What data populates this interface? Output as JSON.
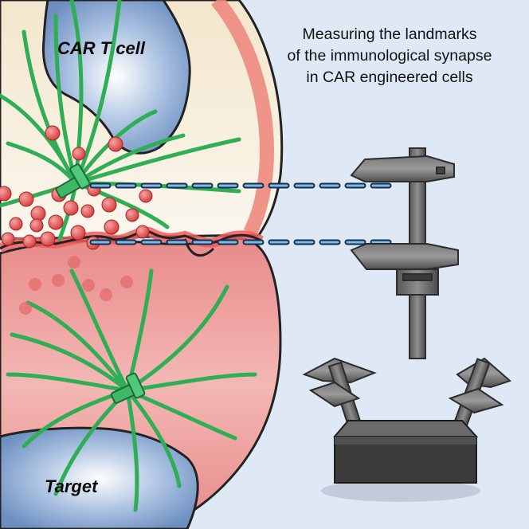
{
  "caption": {
    "lines": [
      "Measuring the landmarks",
      "of the immunological synapse",
      "in CAR engineered cells"
    ]
  },
  "labels": {
    "car_t_cell": "CAR T cell",
    "target": "Target"
  },
  "colors": {
    "background": "#dfe9f6",
    "car_cell_fill": "#f6ead2",
    "car_cell_border": "#ee7a74",
    "target_cell_fill": "#ea8c8c",
    "nucleus": "#7b9bc7",
    "microtubule": "#2fae55",
    "granule": "#e25555",
    "measure_line": "#3b8fd8",
    "caliper": "#5c5c5c"
  },
  "icons": {
    "car_centrosome": "centrosome-icon",
    "target_centrosome": "centrosome-icon",
    "tool": "caliper-icon",
    "toolbox": "toolbox-icon"
  }
}
